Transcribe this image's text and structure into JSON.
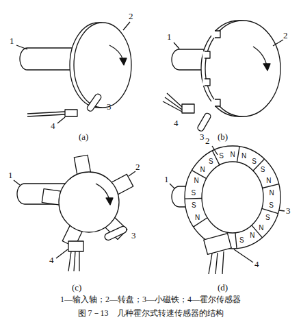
{
  "diagram": {
    "caption": "图 7－13　几种霍尔式转速传感器的结构",
    "labels": [
      "1",
      "2",
      "3",
      "4",
      "(a)",
      "1",
      "2",
      "3",
      "4",
      "(b)",
      "1",
      "2",
      "3",
      "4",
      "(c)",
      "2",
      "1",
      "3",
      "4",
      "(d)",
      "N",
      "S",
      "S",
      "N",
      "N",
      "S",
      "S",
      "N",
      "N",
      "S",
      "S",
      "N",
      "N",
      "S",
      "S",
      "N",
      "N",
      "S",
      "1—输入轴；2—转盘；3—小磁铁；4—霍尔传感器"
    ]
  }
}
